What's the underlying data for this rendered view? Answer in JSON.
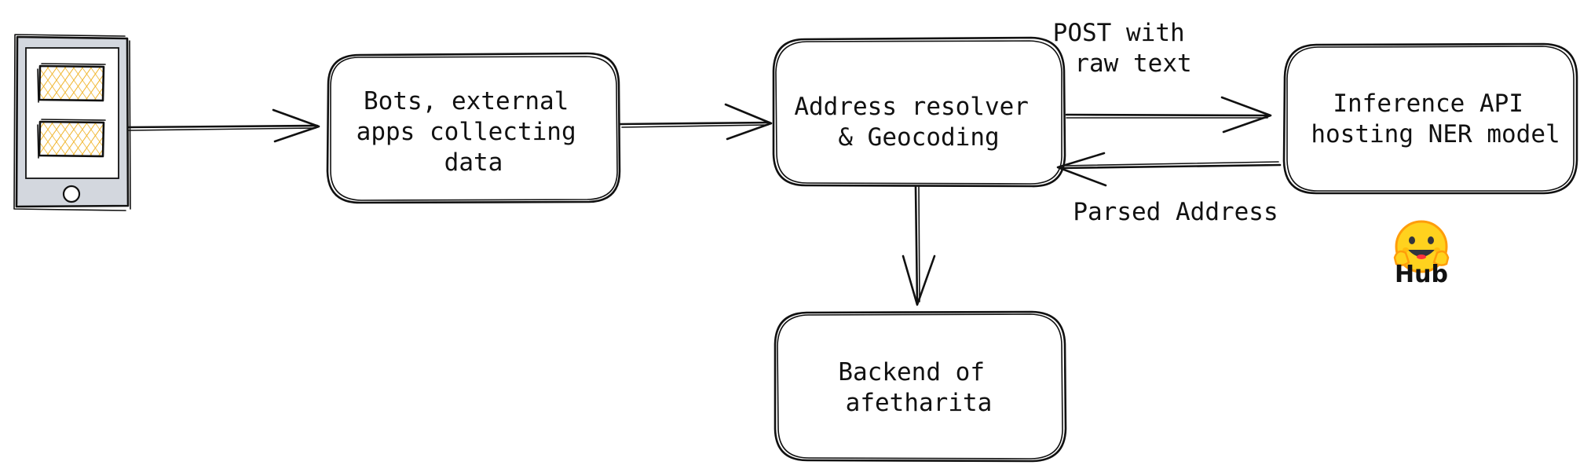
{
  "nodes": {
    "bots": {
      "lines": [
        "Bots, external",
        "apps collecting",
        "data"
      ]
    },
    "resolver": {
      "lines": [
        "Address resolver",
        "& Geocoding"
      ]
    },
    "inference": {
      "lines": [
        "Inference API",
        "hosting NER model"
      ]
    },
    "backend": {
      "lines": [
        "Backend of",
        "afetharita"
      ]
    }
  },
  "edges": {
    "post": {
      "lines": [
        "POST with",
        "raw text"
      ]
    },
    "parsed": {
      "label": "Parsed Address"
    }
  },
  "hub": {
    "icon": "hugging-face-icon",
    "label": "Hub",
    "colors": {
      "face": "#FFD21E",
      "outline": "#FF9D0B"
    }
  },
  "phone": {
    "icon": "smartphone-icon",
    "colors": {
      "body": "#D3D7DE",
      "block": "#F5C242"
    }
  }
}
